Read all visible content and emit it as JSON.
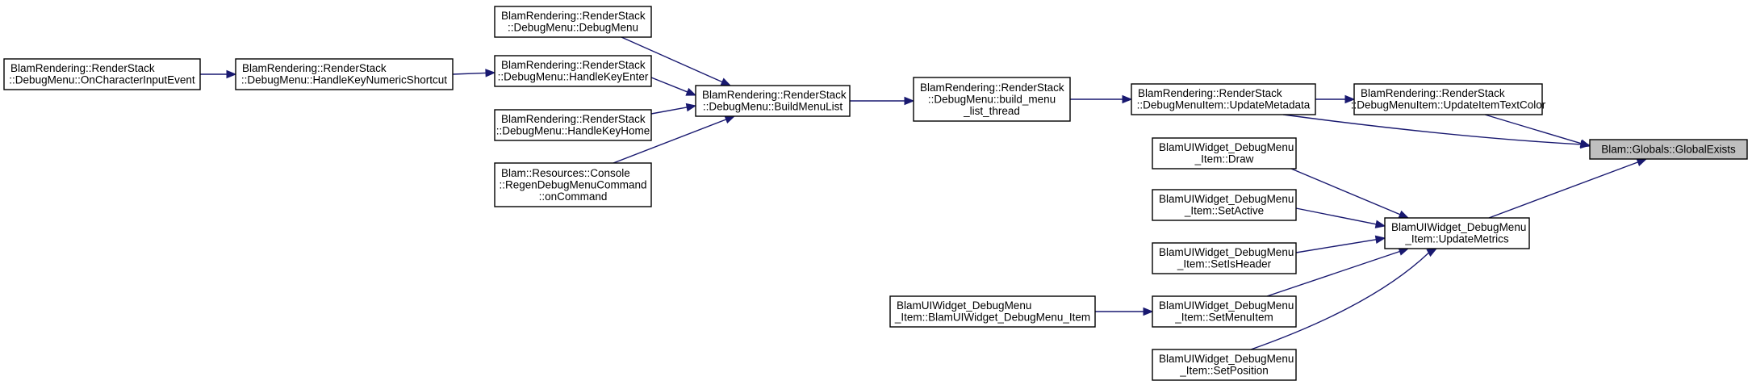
{
  "graph": {
    "nodes": [
      {
        "id": "global_exists",
        "lines": [
          "Blam::Globals::GlobalExists"
        ],
        "highlight": true
      },
      {
        "id": "update_item_text_color",
        "lines": [
          "BlamRendering::RenderStack",
          "::DebugMenuItem::UpdateItemTextColor"
        ]
      },
      {
        "id": "update_metadata",
        "lines": [
          "BlamRendering::RenderStack",
          "::DebugMenuItem::UpdateMetadata"
        ]
      },
      {
        "id": "build_menu_list_thread",
        "lines": [
          "BlamRendering::RenderStack",
          "::DebugMenu::build_menu",
          "_list_thread"
        ]
      },
      {
        "id": "build_menu_list",
        "lines": [
          "BlamRendering::RenderStack",
          "::DebugMenu::BuildMenuList"
        ]
      },
      {
        "id": "debug_menu_ctor",
        "lines": [
          "BlamRendering::RenderStack",
          "::DebugMenu::DebugMenu"
        ]
      },
      {
        "id": "handle_key_enter",
        "lines": [
          "BlamRendering::RenderStack",
          "::DebugMenu::HandleKeyEnter"
        ]
      },
      {
        "id": "handle_key_home",
        "lines": [
          "BlamRendering::RenderStack",
          "::DebugMenu::HandleKeyHome"
        ]
      },
      {
        "id": "regen_on_command",
        "lines": [
          "Blam::Resources::Console",
          "::RegenDebugMenuCommand",
          "::onCommand"
        ]
      },
      {
        "id": "handle_key_numeric_shortcut",
        "lines": [
          "BlamRendering::RenderStack",
          "::DebugMenu::HandleKeyNumericShortcut"
        ]
      },
      {
        "id": "on_character_input_event",
        "lines": [
          "BlamRendering::RenderStack",
          "::DebugMenu::OnCharacterInputEvent"
        ]
      },
      {
        "id": "update_metrics",
        "lines": [
          "BlamUIWidget_DebugMenu",
          "_Item::UpdateMetrics"
        ]
      },
      {
        "id": "item_draw",
        "lines": [
          "BlamUIWidget_DebugMenu",
          "_Item::Draw"
        ]
      },
      {
        "id": "item_set_active",
        "lines": [
          "BlamUIWidget_DebugMenu",
          "_Item::SetActive"
        ]
      },
      {
        "id": "item_set_is_header",
        "lines": [
          "BlamUIWidget_DebugMenu",
          "_Item::SetIsHeader"
        ]
      },
      {
        "id": "item_set_menu_item",
        "lines": [
          "BlamUIWidget_DebugMenu",
          "_Item::SetMenuItem"
        ]
      },
      {
        "id": "item_set_position",
        "lines": [
          "BlamUIWidget_DebugMenu",
          "_Item::SetPosition"
        ]
      },
      {
        "id": "item_ctor",
        "lines": [
          "BlamUIWidget_DebugMenu",
          "_Item::BlamUIWidget_DebugMenu_Item"
        ]
      }
    ],
    "edges": [
      {
        "from": "update_item_text_color",
        "to": "global_exists"
      },
      {
        "from": "update_metadata",
        "to": "global_exists"
      },
      {
        "from": "update_metrics",
        "to": "global_exists"
      },
      {
        "from": "update_metadata",
        "to": "update_item_text_color"
      },
      {
        "from": "build_menu_list_thread",
        "to": "update_metadata"
      },
      {
        "from": "build_menu_list",
        "to": "build_menu_list_thread"
      },
      {
        "from": "debug_menu_ctor",
        "to": "build_menu_list"
      },
      {
        "from": "handle_key_enter",
        "to": "build_menu_list"
      },
      {
        "from": "handle_key_home",
        "to": "build_menu_list"
      },
      {
        "from": "regen_on_command",
        "to": "build_menu_list"
      },
      {
        "from": "handle_key_numeric_shortcut",
        "to": "handle_key_enter"
      },
      {
        "from": "on_character_input_event",
        "to": "handle_key_numeric_shortcut"
      },
      {
        "from": "item_draw",
        "to": "update_metrics"
      },
      {
        "from": "item_set_active",
        "to": "update_metrics"
      },
      {
        "from": "item_set_is_header",
        "to": "update_metrics"
      },
      {
        "from": "item_set_menu_item",
        "to": "update_metrics"
      },
      {
        "from": "item_set_position",
        "to": "update_metrics"
      },
      {
        "from": "item_ctor",
        "to": "item_set_menu_item"
      }
    ],
    "colors": {
      "edge": "#191970",
      "node_border": "#000000",
      "node_fill": "#ffffff",
      "highlight_fill": "#bfbfbf"
    }
  }
}
